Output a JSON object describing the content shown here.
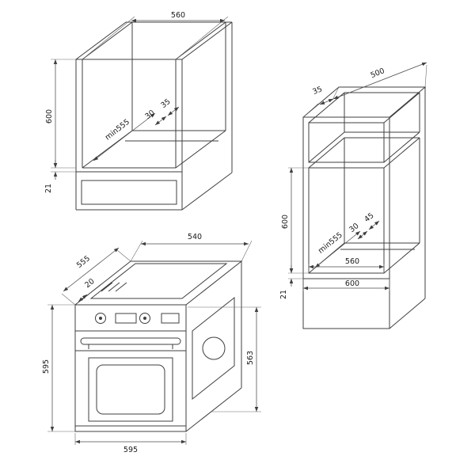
{
  "diagram": {
    "base_cabinet": {
      "niche_width": "560",
      "niche_height": "600",
      "depth_min": "min555",
      "rear_gap_inner": "30",
      "rear_gap_outer": "35",
      "bottom_gap": "21"
    },
    "tall_cabinet": {
      "rear_top_gap": "35",
      "depth_top": "500",
      "niche_height": "600",
      "depth_min": "min555",
      "rear_gap_inner": "30",
      "rear_gap_outer": "45",
      "niche_width": "560",
      "outer_width": "600",
      "bottom_gap": "21"
    },
    "oven": {
      "top_depth": "540",
      "top_width": "555",
      "front_offset": "20",
      "side_height": "563",
      "front_height": "595",
      "front_width": "595"
    }
  }
}
